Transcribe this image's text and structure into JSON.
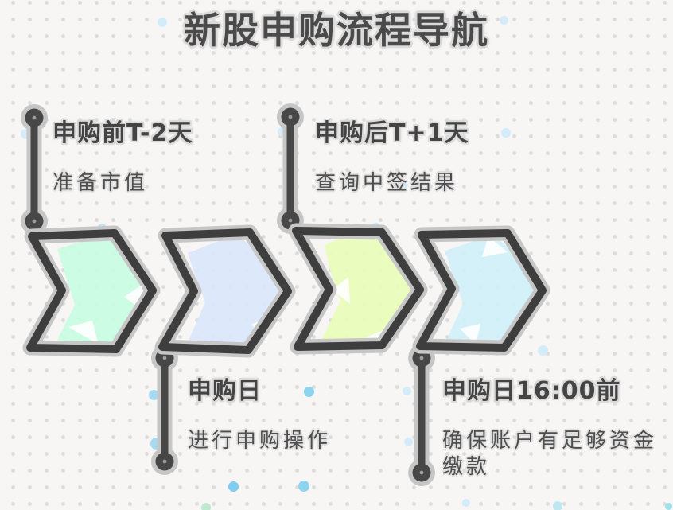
{
  "title": "新股申购流程导航",
  "steps": [
    {
      "label": "申购前T-2天",
      "desc": "准备市值",
      "annotation_position": "top",
      "chevron_color": "#c8fce1"
    },
    {
      "label": "申购日",
      "desc": "进行申购操作",
      "annotation_position": "bottom",
      "chevron_color": "#dbe6fb"
    },
    {
      "label": "申购后T+1天",
      "desc": "查询中签结果",
      "annotation_position": "top",
      "chevron_color": "#e9fcba"
    },
    {
      "label": "申购日16:00前",
      "desc": "确保账户有足够资金\n缴款",
      "annotation_position": "bottom",
      "chevron_color": "#d0f0fa"
    }
  ],
  "colors": {
    "background": "#f7f6f4",
    "grid_dot": "#dcdcdc",
    "ink": "#3e3e3e",
    "halo": "#c6c6c6",
    "text": "#474747"
  }
}
